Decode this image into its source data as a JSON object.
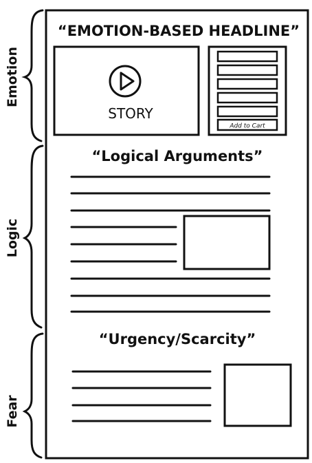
{
  "sections": {
    "emotion": {
      "label": "Emotion"
    },
    "logic": {
      "label": "Logic"
    },
    "fear": {
      "label": "Fear"
    }
  },
  "headline": "“EMOTION-BASED HEADLINE”",
  "story_label": "STORY",
  "cart": {
    "button_label": "Add to Cart"
  },
  "logic_heading": "“Logical Arguments”",
  "urgency_heading": "“Urgency/Scarcity”"
}
